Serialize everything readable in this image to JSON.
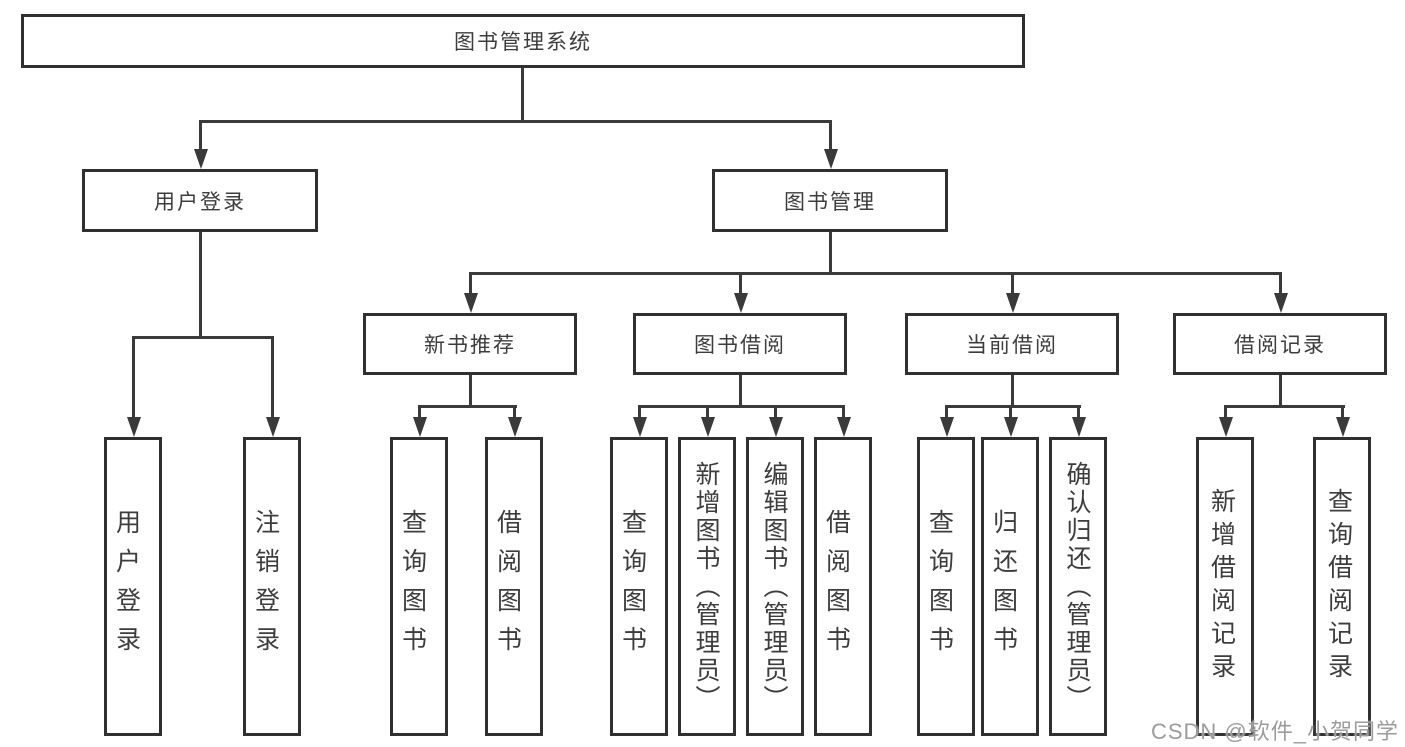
{
  "diagram": {
    "root": {
      "label": "图书管理系统"
    },
    "level2": [
      {
        "label": "用户登录"
      },
      {
        "label": "图书管理"
      }
    ],
    "level3": [
      {
        "label": "新书推荐"
      },
      {
        "label": "图书借阅"
      },
      {
        "label": "当前借阅"
      },
      {
        "label": "借阅记录"
      }
    ],
    "leaves": {
      "user_login": [
        "用户登录",
        "注销登录"
      ],
      "new_books": [
        "查询图书",
        "借阅图书"
      ],
      "book_borrow": [
        "查询图书",
        "新增图书（管理员）",
        "编辑图书（管理员）",
        "借阅图书"
      ],
      "current_borrow": [
        "查询图书",
        "归还图书",
        "确认归还（管理员）"
      ],
      "borrow_records": [
        "新增借阅记录",
        "查询借阅记录"
      ]
    }
  },
  "watermark": {
    "text": "CSDN @软件_小贺同学"
  },
  "colors": {
    "line": "#3a3a3a",
    "box_border": "#303030",
    "text": "#3d3d3d",
    "watermark_text": "#9c9c9c",
    "background": "#ffffff"
  }
}
